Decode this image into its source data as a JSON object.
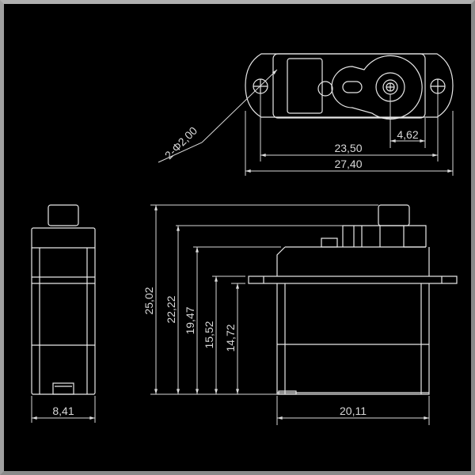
{
  "drawing": {
    "top_view": {
      "hole_spec": "2-Φ2,00",
      "dims": [
        "4,62",
        "23,50",
        "27,40"
      ]
    },
    "side_view": {
      "heights": [
        "25,02",
        "22,22",
        "19,47",
        "15,52",
        "14,72"
      ],
      "width": "20,11"
    },
    "end_view": {
      "width": "8,41"
    }
  },
  "colors": {
    "line": "#e8e8e8",
    "background": "#000000"
  }
}
